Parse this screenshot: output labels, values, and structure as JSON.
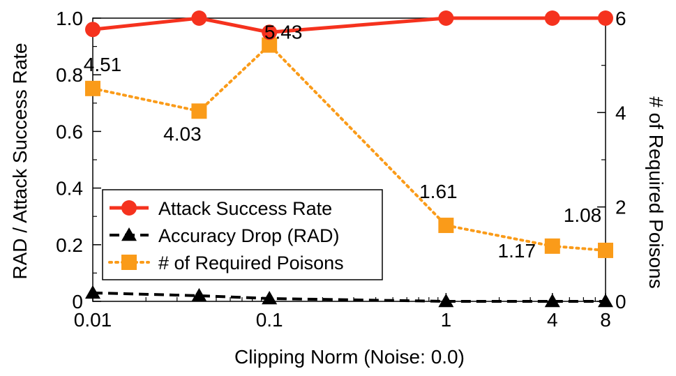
{
  "chart_data": {
    "type": "line",
    "xlabel": "Clipping Norm (Noise: 0.0)",
    "ylabel_left": "RAD / Attack Success Rate",
    "ylabel_right": "# of Required Poisons",
    "x_scale": "log",
    "x": [
      0.01,
      0.04,
      0.1,
      1,
      4,
      8
    ],
    "x_tick_labels": [
      "0.01",
      "0.1",
      "1",
      "4",
      "8"
    ],
    "x_tick_values": [
      0.01,
      0.1,
      1,
      4,
      8
    ],
    "ylim_left": [
      0,
      1.0
    ],
    "y_ticks_left": [
      "0",
      "0.2",
      "0.4",
      "0.6",
      "0.8",
      "1.0"
    ],
    "ylim_right": [
      0,
      6
    ],
    "y_ticks_right": [
      "0",
      "2",
      "4",
      "6"
    ],
    "legend_position": "lower-left",
    "series": [
      {
        "name": "Attack Success Rate",
        "axis": "left",
        "color": "#f5321e",
        "marker": "circle",
        "line": "solid",
        "values": [
          0.96,
          1.0,
          0.95,
          1.0,
          1.0,
          1.0
        ]
      },
      {
        "name": "Accuracy Drop (RAD)",
        "axis": "left",
        "color": "#000000",
        "marker": "triangle",
        "line": "dashed",
        "values": [
          0.03,
          0.02,
          0.01,
          0.0,
          0.0,
          0.0
        ]
      },
      {
        "name": "# of Required Poisons",
        "axis": "right",
        "color": "#fa9b19",
        "marker": "square",
        "line": "dotted",
        "values": [
          4.51,
          4.03,
          5.43,
          1.61,
          1.17,
          1.08
        ],
        "labels": [
          "4.51",
          "4.03",
          "5.43",
          "1.61",
          "1.17",
          "1.08"
        ]
      }
    ]
  }
}
